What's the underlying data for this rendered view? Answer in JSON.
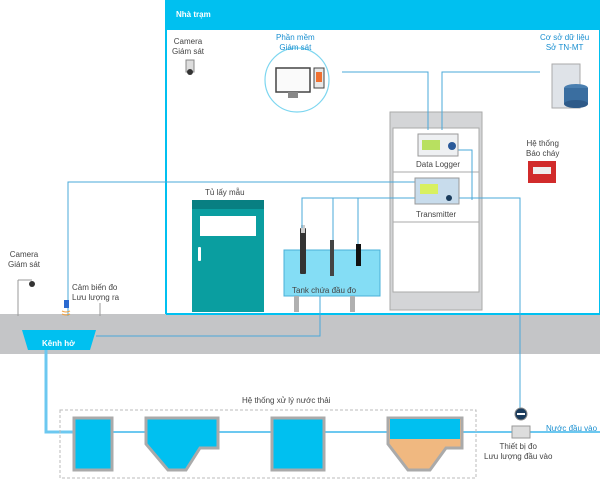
{
  "station": {
    "title": "Nhà trạm"
  },
  "components": {
    "camera_station": {
      "line1": "Camera",
      "line2": "Giám sát"
    },
    "software": {
      "line1": "Phần mềm",
      "line2": "Giám sát"
    },
    "database": {
      "line1": "Cơ sở dữ liệu",
      "line2": "Sở TN-MT"
    },
    "data_logger": {
      "label": "Data Logger"
    },
    "transmitter": {
      "label": "Transmitter"
    },
    "fire_alarm": {
      "line1": "Hệ thống",
      "line2": "Báo cháy"
    },
    "sampler": {
      "label": "Tủ lấy mẫu"
    },
    "sensor_tank": {
      "label": "Tank chứa đầu đo"
    },
    "camera_channel": {
      "line1": "Camera",
      "line2": "Giám sát"
    },
    "flow_sensor_out": {
      "line1": "Cảm biến đo",
      "line2": "Lưu lượng ra"
    },
    "open_channel": {
      "label": "Kênh hở"
    },
    "treatment_system": {
      "label": "Hệ thống xử lý nước thải"
    },
    "flow_meter_in": {
      "line1": "Thiết bị đo",
      "line2": "Lưu lượng đầu vào"
    },
    "input_water": {
      "label": "Nước đầu vào"
    }
  },
  "colors": {
    "accent": "#00c0f0",
    "line": "#4aa8d8",
    "teal": "#0a9ea0",
    "ground": "#c4c5c7",
    "alarm": "#d12b2b",
    "sludge": "#f0b880"
  }
}
